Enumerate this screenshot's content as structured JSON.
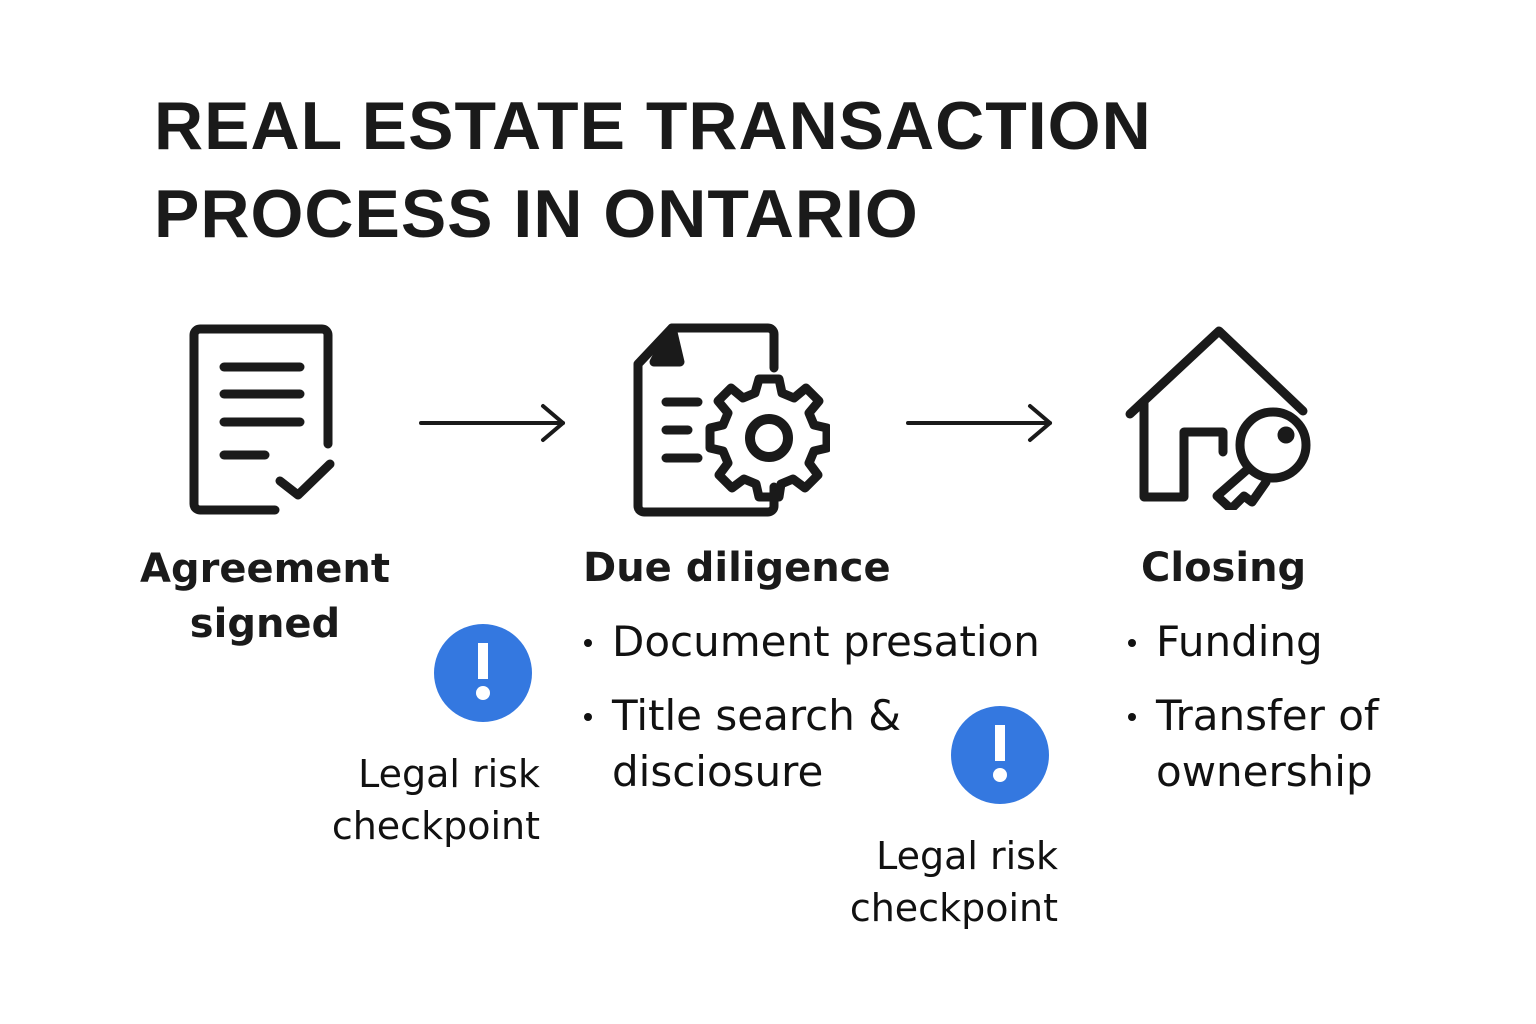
{
  "title": "REAL ESTATE TRANSACTION\nPROCESS IN ONTARIO",
  "colors": {
    "text": "#1a1a1a",
    "alert_blue": "#3478e0",
    "background": "#ffffff"
  },
  "steps": [
    {
      "icon": "document-check-icon",
      "title": "Agreement\nsigned",
      "bullets": []
    },
    {
      "icon": "document-gear-icon",
      "title": "Due diligence",
      "bullets": [
        "Document presation",
        "Title search & disciosure"
      ]
    },
    {
      "icon": "house-key-icon",
      "title": "Closing",
      "bullets": [
        "Funding",
        "Transfer of ownership"
      ]
    }
  ],
  "arrows": [
    "arrow-right-icon",
    "arrow-right-icon"
  ],
  "checkpoints": [
    {
      "icon": "exclamation-alert-icon",
      "label": "Legal risk\ncheckpoint"
    },
    {
      "icon": "exclamation-alert-icon",
      "label": "Legal risk\ncheckpoint"
    }
  ]
}
